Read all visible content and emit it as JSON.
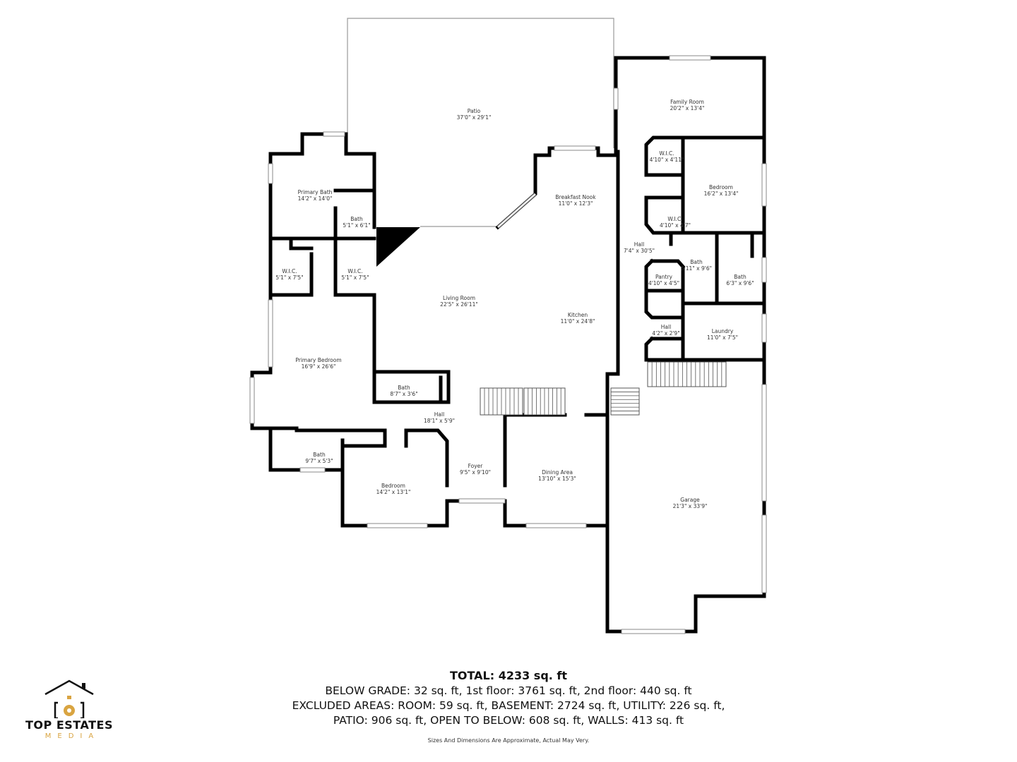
{
  "rooms": {
    "patio": {
      "name": "Patio",
      "dim": "37'0\" x 29'1\""
    },
    "family_room": {
      "name": "Family Room",
      "dim": "20'2\" x 13'4\""
    },
    "wic_bedroom_top": {
      "name": "W.I.C.",
      "dim": "4'10\" x 4'11\""
    },
    "bedroom_right": {
      "name": "Bedroom",
      "dim": "16'2\" x 13'4\""
    },
    "wic_bedroom_bottom": {
      "name": "W.I.C.",
      "dim": "4'10\" x 4'7\""
    },
    "primary_bath": {
      "name": "Primary Bath",
      "dim": "14'2\" x 14'0\""
    },
    "bath_primary_small": {
      "name": "Bath",
      "dim": "5'1\" x 6'1\""
    },
    "wic_left": {
      "name": "W.I.C.",
      "dim": "5'1\" x 7'5\""
    },
    "wic_right": {
      "name": "W.I.C.",
      "dim": "5'1\" x 7'5\""
    },
    "breakfast_nook": {
      "name": "Breakfast Nook",
      "dim": "11'0\" x 12'3\""
    },
    "hall_main": {
      "name": "Hall",
      "dim": "7'4\" x 30'5\""
    },
    "bath_mid": {
      "name": "Bath",
      "dim": "5'11\" x 9'6\""
    },
    "bath_right": {
      "name": "Bath",
      "dim": "6'3\" x 9'6\""
    },
    "pantry": {
      "name": "Pantry",
      "dim": "4'10\" x 4'5\""
    },
    "living_room": {
      "name": "Living Room",
      "dim": "22'5\" x 26'11\""
    },
    "kitchen": {
      "name": "Kitchen",
      "dim": "11'0\" x 24'8\""
    },
    "hall_small": {
      "name": "Hall",
      "dim": "4'2\" x 2'9\""
    },
    "laundry": {
      "name": "Laundry",
      "dim": "11'0\" x 7'5\""
    },
    "primary_bedroom": {
      "name": "Primary Bedroom",
      "dim": "16'9\" x 26'6\""
    },
    "bath_hall": {
      "name": "Bath",
      "dim": "8'7\" x 3'6\""
    },
    "hall_lower": {
      "name": "Hall",
      "dim": "18'1\" x 5'9\""
    },
    "bath_lower": {
      "name": "Bath",
      "dim": "9'7\" x 5'3\""
    },
    "foyer": {
      "name": "Foyer",
      "dim": "9'5\" x 9'10\""
    },
    "dining_area": {
      "name": "Dining Area",
      "dim": "13'10\" x 15'3\""
    },
    "garage": {
      "name": "Garage",
      "dim": "21'3\" x 33'9\""
    },
    "bedroom_lower": {
      "name": "Bedroom",
      "dim": "14'2\" x 13'1\""
    }
  },
  "summary": {
    "total": "TOTAL: 4233 sq. ft",
    "line1": "BELOW GRADE: 32 sq. ft, 1st floor: 3761 sq. ft, 2nd floor: 440 sq. ft",
    "line2": "EXCLUDED AREAS: ROOM: 59 sq. ft, BASEMENT: 2724 sq. ft, UTILITY: 226 sq. ft,",
    "line3": "PATIO: 906 sq. ft, OPEN TO BELOW: 608 sq. ft, WALLS: 413 sq. ft",
    "disclaimer": "Sizes And Dimensions Are Approximate, Actual May Very."
  },
  "logo": {
    "line1": "TOP ESTATES",
    "line2": "MEDIA",
    "accent_color": "#d9a441"
  },
  "colors": {
    "wall": "#000000",
    "background": "#ffffff"
  }
}
